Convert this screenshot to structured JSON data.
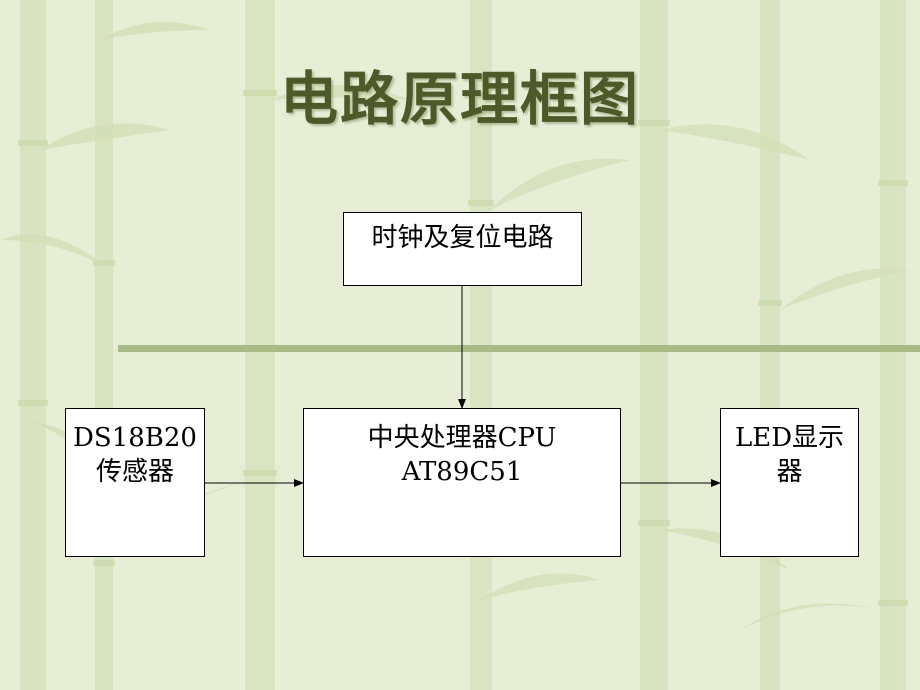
{
  "title": "电路原理框图",
  "blocks": {
    "clock": {
      "line1": "时钟及复位电路"
    },
    "sensor": {
      "line1": "DS18B20",
      "line2": "传感器"
    },
    "cpu": {
      "line1": "中央处理器CPU",
      "line2": "AT89C51"
    },
    "display": {
      "line1": "LED显示",
      "line2": "器"
    }
  },
  "colors": {
    "background": "#e9efd8",
    "bamboo": "#d6e2bb",
    "title": "#4b5a28",
    "rule": "#a8bb84"
  }
}
